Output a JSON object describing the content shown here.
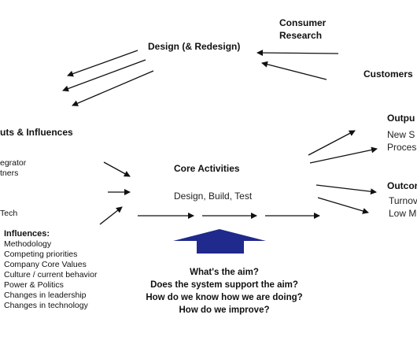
{
  "design_title": "Design (& Redesign)",
  "consumer_research": [
    "Consumer",
    "Research"
  ],
  "customers": "Customers",
  "inputs_title": "uts & Influences",
  "inputs_items": [
    "egrator",
    "tners",
    "Tech"
  ],
  "influences_title": "Influences:",
  "influences_items": [
    "Methodology",
    "Competing priorities",
    "Company Core Values",
    "Culture / current behavior",
    "Power & Politics",
    "Changes in leadership",
    "Changes in technology"
  ],
  "core_title": "Core Activities",
  "core_subtitle": "Design, Build, Test",
  "outputs_title": "Outpu",
  "outputs_items": [
    "New S",
    "Proces"
  ],
  "outcomes_title": "Outcor",
  "outcomes_items": [
    "Turnov",
    "Low M"
  ],
  "questions": [
    "What's the aim?",
    "Does the system support the aim?",
    "How do we know how we are doing?",
    "How do we improve?"
  ],
  "colors": {
    "big_arrow": "#1f2a8c",
    "text": "#111111"
  }
}
